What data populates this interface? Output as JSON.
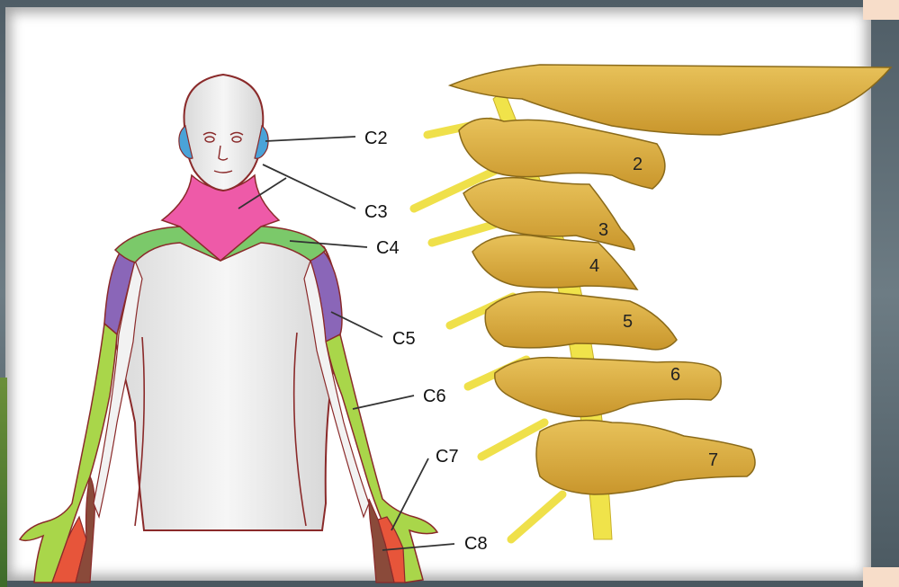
{
  "dermatome_labels": {
    "c2": "C2",
    "c3": "C3",
    "c4": "C4",
    "c5": "C5",
    "c6": "C6",
    "c7": "C7",
    "c8": "C8"
  },
  "vertebra_numbers": [
    "2",
    "3",
    "4",
    "5",
    "6",
    "7"
  ],
  "colors": {
    "skin": "#e8e8e8",
    "outline": "#8a2a2a",
    "c2": "#4aa3d8",
    "c3": "#ee5aa8",
    "c4": "#7bc96a",
    "c5": "#8a66b8",
    "c6": "#a9d64a",
    "c7": "#e7553a",
    "c8": "#8a4a3a",
    "bone": "#d9ac3e",
    "nerve": "#f0e34a"
  }
}
